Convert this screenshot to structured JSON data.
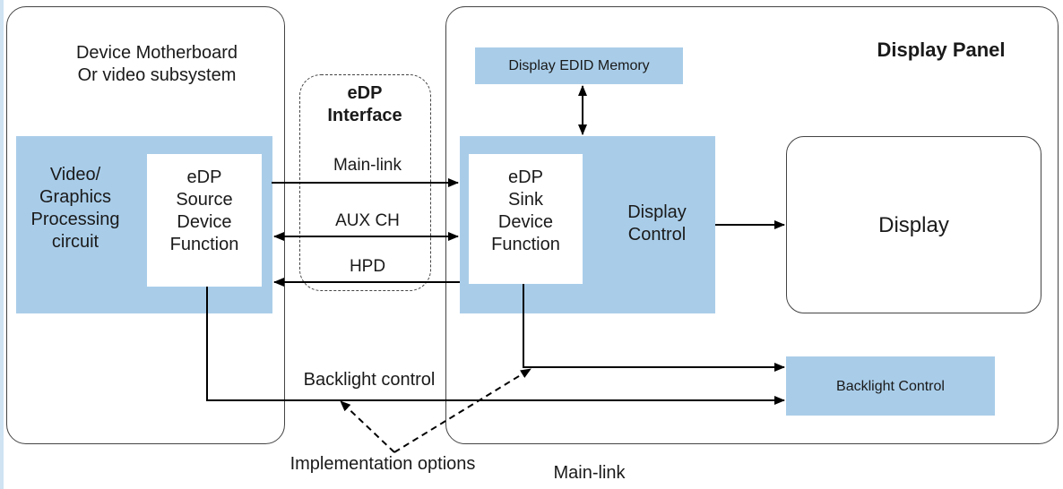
{
  "motherboard": {
    "title": "Device Motherboard\nOr video subsystem",
    "processing_label": "Video/\nGraphics\nProcessing\ncircuit",
    "source_label": "eDP\nSource\nDevice\nFunction"
  },
  "interface": {
    "title": "eDP\nInterface",
    "main_link": "Main-link",
    "aux": "AUX CH",
    "hpd": "HPD"
  },
  "display_panel": {
    "title": "Display Panel",
    "edid": "Display EDID Memory",
    "sink_label": "eDP\nSink\nDevice\nFunction",
    "display_control": "Display\nControl",
    "display": "Display",
    "backlight_box": "Backlight Control"
  },
  "annotations": {
    "backlight_control": "Backlight control",
    "implementation_options": "Implementation options",
    "main_link_bottom": "Main-link"
  },
  "colors": {
    "block_fill": "#a9cde9",
    "line": "#000000"
  }
}
